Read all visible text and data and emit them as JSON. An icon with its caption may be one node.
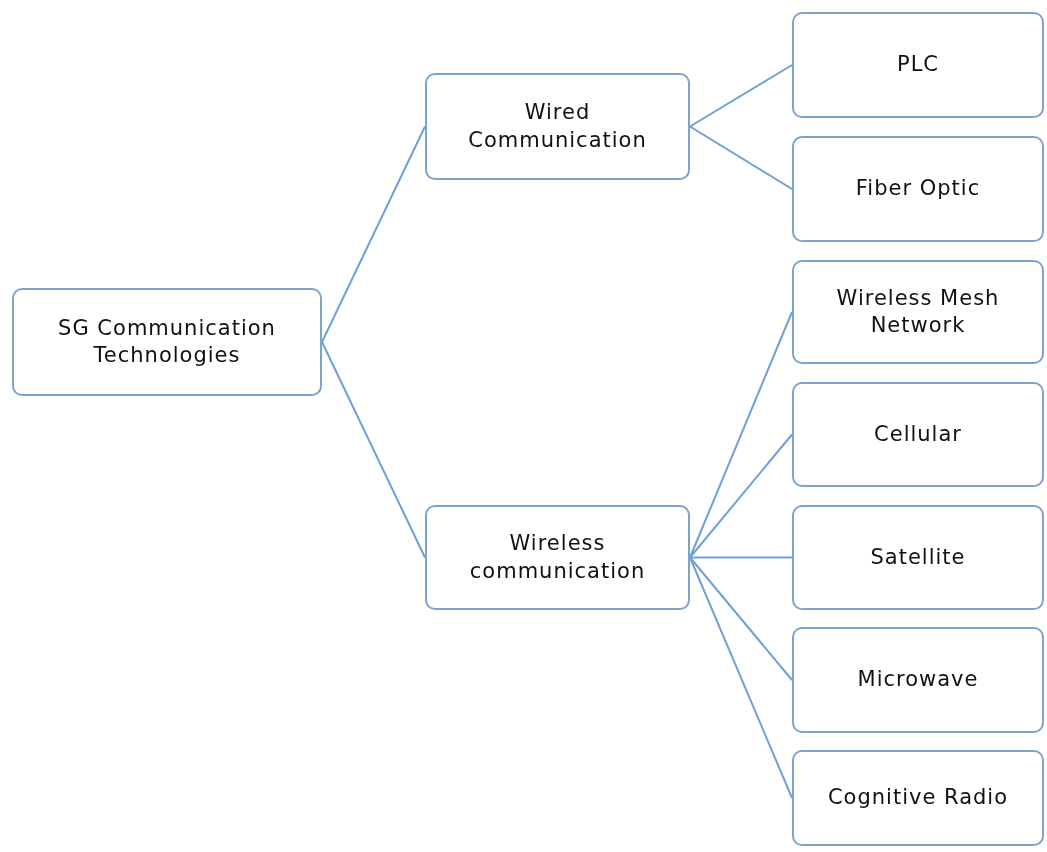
{
  "diagram": {
    "nodes": [
      {
        "text": [
          "SG Communication Technologies"
        ]
      },
      {
        "text": [
          "Wired Communication"
        ]
      },
      {
        "text": [
          "PLC"
        ]
      },
      {
        "text": [
          "Fiber Optic"
        ]
      },
      {
        "text": [
          "Wireless communication"
        ]
      },
      {
        "text": [
          "Wireless Mesh Network"
        ]
      },
      {
        "text": [
          "Cellular"
        ]
      },
      {
        "text": [
          "Satellite"
        ]
      },
      {
        "text": [
          "Microwave"
        ]
      },
      {
        "text": [
          "Cognitive Radio"
        ]
      }
    ],
    "edges": [
      {
        "from": 0,
        "to": 1,
        "arrow": "none"
      },
      {
        "from": 0,
        "to": 4,
        "arrow": "none"
      },
      {
        "from": 1,
        "to": 2,
        "arrow": "none"
      },
      {
        "from": 1,
        "to": 3,
        "arrow": "none"
      },
      {
        "from": 4,
        "to": 5,
        "arrow": "none"
      },
      {
        "from": 4,
        "to": 6,
        "arrow": "none"
      },
      {
        "from": 4,
        "to": 7,
        "arrow": "none"
      },
      {
        "from": 4,
        "to": 8,
        "arrow": "none"
      },
      {
        "from": 4,
        "to": 9,
        "arrow": "none"
      }
    ]
  }
}
